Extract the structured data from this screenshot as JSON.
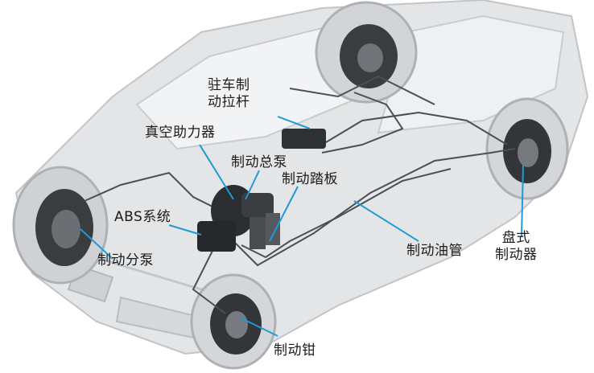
{
  "labels": {
    "parking_brake_lever": {
      "line1": "驻车制",
      "line2": "动拉杆"
    },
    "vacuum_booster": "真空助力器",
    "master_cylinder": "制动总泵",
    "brake_pedal": "制动踏板",
    "abs_system": "ABS系统",
    "wheel_cylinder": "制动分泵",
    "brake_line": "制动油管",
    "disc_brake": {
      "line1": "盘式",
      "line2": "制动器"
    },
    "brake_caliper": "制动钳"
  },
  "colors": {
    "leader": "#1f9ad6",
    "body_fill": "#d9dbdd",
    "body_stroke": "#b7babd",
    "dark_part": "#2b2d30",
    "line": "#555555"
  }
}
